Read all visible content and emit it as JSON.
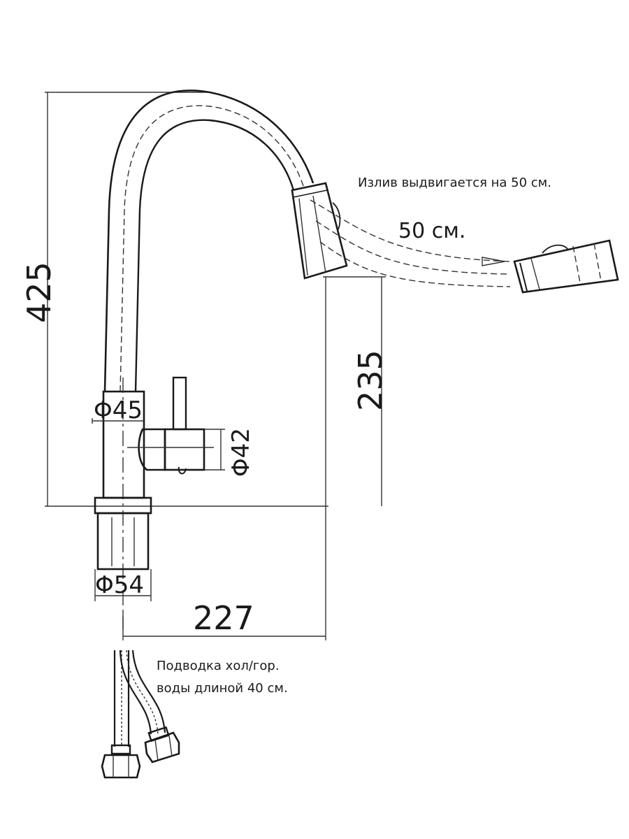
{
  "dimensions": {
    "total_height": "425",
    "spout_height": "235",
    "reach": "227",
    "body_diameter": "Φ45",
    "lever_diameter": "Φ42",
    "base_diameter": "Φ54"
  },
  "notes": {
    "pullout_note": "Излив выдвигается на 50 см.",
    "pullout_length": "50 см.",
    "hose_note_line1": "Подводка хол/гор.",
    "hose_note_line2": "воды длиной 40 см."
  }
}
